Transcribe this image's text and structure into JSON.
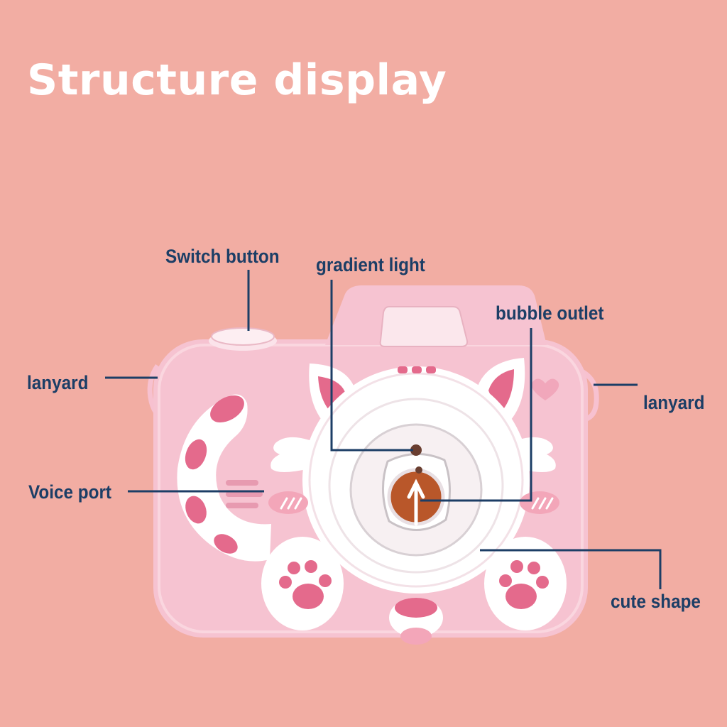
{
  "title": "Structure display",
  "labels": {
    "switch_button": "Switch button",
    "gradient_light": "gradient light",
    "bubble_outlet": "bubble outlet",
    "lanyard_left": "lanyard",
    "lanyard_right": "lanyard",
    "voice_port": "Voice port",
    "cute_shape": "cute shape"
  },
  "colors": {
    "background": "#f2ada3",
    "label_text": "#1c3e66",
    "leader_line": "#1c3e66",
    "camera_body": "#f7c6d3",
    "cat_face": "#ffffff",
    "accent_pink": "#e46a8c"
  }
}
